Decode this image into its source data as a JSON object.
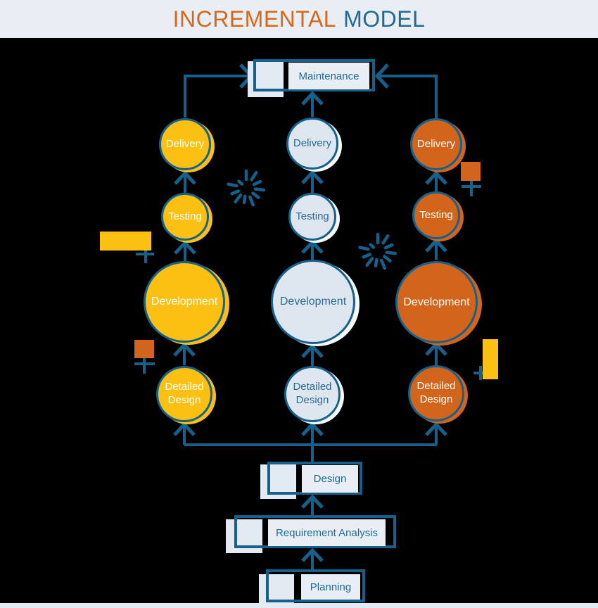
{
  "title": {
    "text_primary": "INCREMENTAL",
    "text_secondary": "MODEL"
  },
  "maintenance_box": {
    "label": "Maintenance"
  },
  "columns": [
    {
      "id": "increment-left",
      "accent": "#FCC013",
      "stages": [
        {
          "label": "Delivery"
        },
        {
          "label": "Testing"
        },
        {
          "label": "Development"
        },
        {
          "label": "Detailed Design"
        }
      ]
    },
    {
      "id": "increment-middle",
      "accent": "#DEE7F0",
      "stages": [
        {
          "label": "Delivery"
        },
        {
          "label": "Testing"
        },
        {
          "label": "Development"
        },
        {
          "label": "Detailed Design"
        }
      ]
    },
    {
      "id": "increment-right",
      "accent": "#D2641C",
      "stages": [
        {
          "label": "Delivery"
        },
        {
          "label": "Testing"
        },
        {
          "label": "Development"
        },
        {
          "label": "Detailed Design"
        }
      ]
    }
  ],
  "process_boxes": [
    {
      "label": "Design"
    },
    {
      "label": "Requirement Analysis"
    },
    {
      "label": "Planning"
    }
  ],
  "icons": {
    "spark": "radial-dash-burst",
    "plus": "plus-mark"
  },
  "colors": {
    "background": "#000000",
    "header_bg": "#E9EEF4",
    "title_orange": "#D4691E",
    "title_blue": "#216A93",
    "line_blue": "#15618C",
    "yellow": "#FCC013",
    "orange": "#D2641C",
    "gray_circle": "#DEE7F0",
    "panel_bg": "#E9EEF5",
    "tab_bg": "#E3EAF2"
  }
}
